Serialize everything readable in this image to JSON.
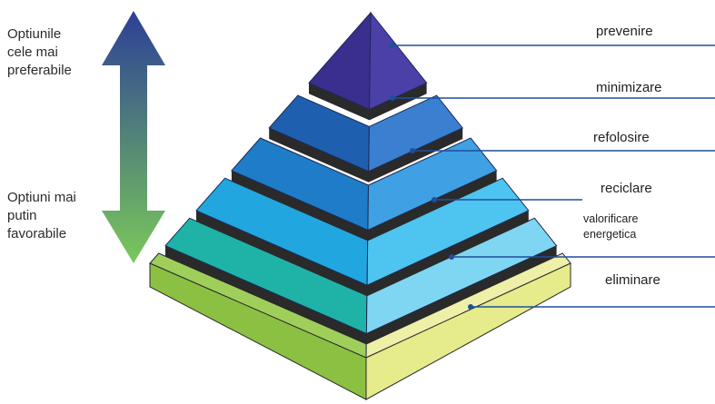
{
  "preference_axis": {
    "top_label": [
      "Optiunile",
      "cele mai",
      "preferabile"
    ],
    "bottom_label": [
      "Optiuni mai",
      "putin",
      "favorabile"
    ]
  },
  "levels": [
    {
      "label": [
        "prevenire"
      ],
      "color_left": "#3a2f8f",
      "color_right": "#4b3fa8"
    },
    {
      "label": [
        "minimizare"
      ],
      "color_left": "#1f5fb0",
      "color_right": "#3a7fd0"
    },
    {
      "label": [
        "refolosire"
      ],
      "color_left": "#1f7cc8",
      "color_right": "#3fa0e4"
    },
    {
      "label": [
        "reciclare"
      ],
      "color_left": "#22a6e0",
      "color_right": "#4ec4f0"
    },
    {
      "label": [
        "valorificare",
        "energetica"
      ],
      "color_left": "#1fb3a8",
      "color_right": "#7fd6f2"
    },
    {
      "label": [
        "eliminare"
      ],
      "color_left": "#9fcf5a",
      "color_right": "#eef0a8"
    }
  ],
  "colors": {
    "arrow_top": "#2c3f96",
    "arrow_bottom": "#7ac85a",
    "leader_line": "#1e4f9c",
    "dark_rim": "#2a2a2a"
  }
}
